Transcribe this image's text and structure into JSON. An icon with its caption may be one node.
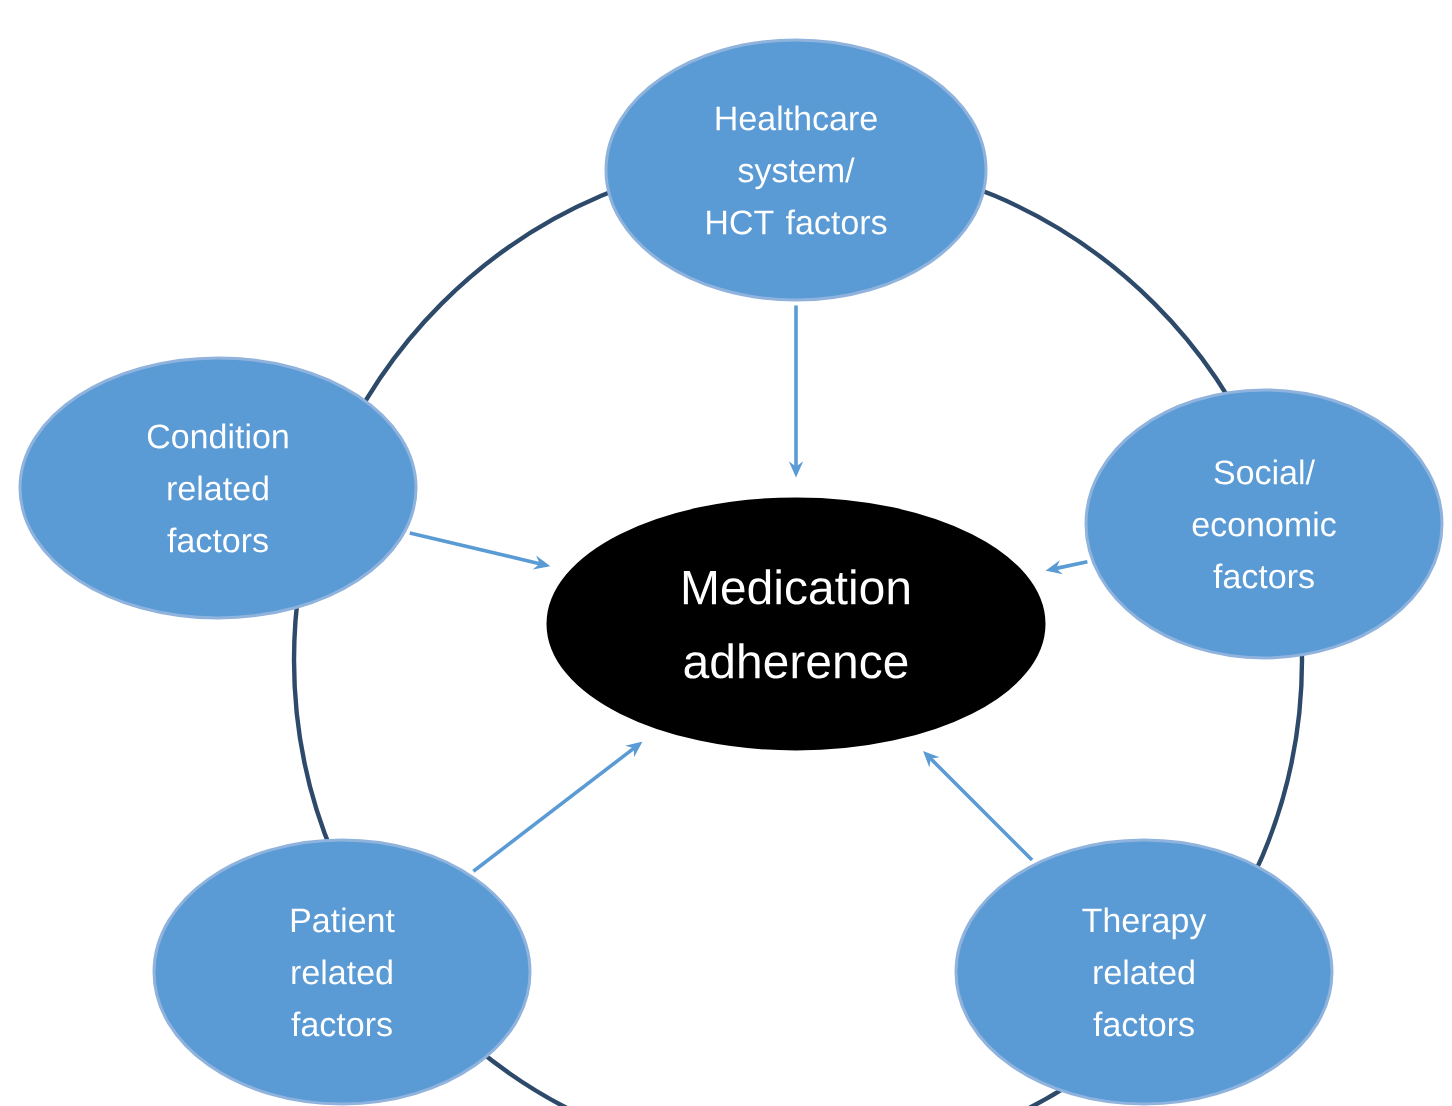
{
  "diagram": {
    "nodes": [
      {
        "text": [
          "Healthcare system/ HCT factors"
        ]
      },
      {
        "text": [
          "Condition related factors"
        ]
      },
      {
        "text": [
          "Social/ economic factors"
        ]
      },
      {
        "text": [
          "Medication adherence"
        ]
      },
      {
        "text": [
          "Patient related factors"
        ]
      },
      {
        "text": [
          "Therapy related factors"
        ]
      }
    ],
    "edges": [
      {
        "from": 0,
        "to": 3,
        "arrow": "to"
      },
      {
        "from": 1,
        "to": 3,
        "arrow": "to"
      },
      {
        "from": 2,
        "to": 3,
        "arrow": "to"
      },
      {
        "from": 4,
        "to": 3,
        "arrow": "to"
      },
      {
        "from": 5,
        "to": 3,
        "arrow": "to"
      }
    ]
  }
}
